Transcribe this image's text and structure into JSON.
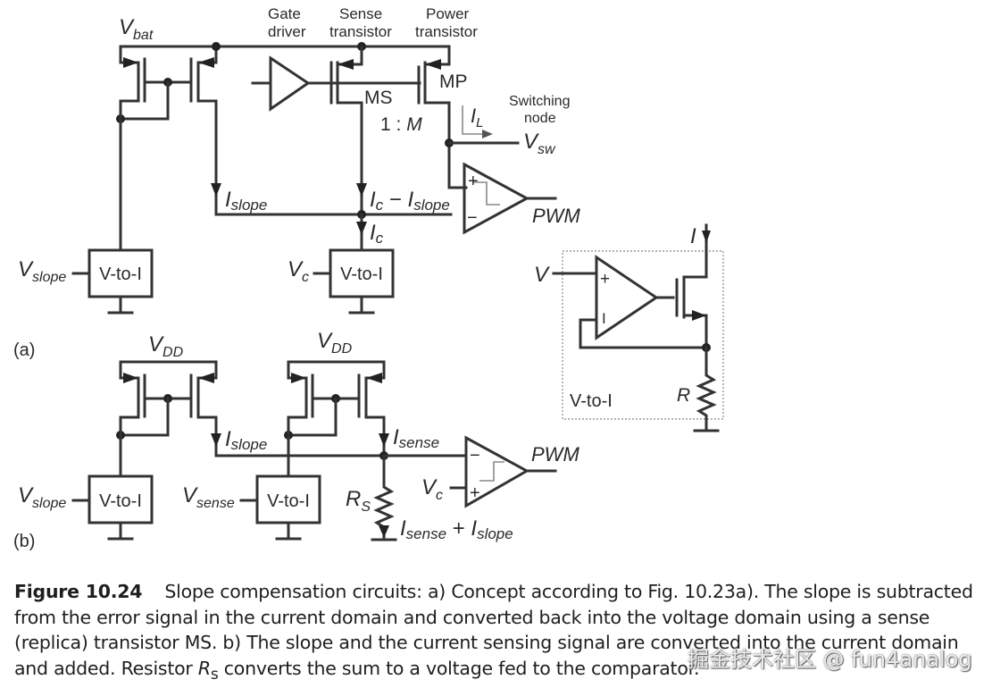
{
  "figure": {
    "number": "Figure 10.24",
    "caption_parts": [
      "Slope compensation circuits: a) Concept according to Fig. 10.23a). The slope is subtracted from the error signal in the current domain and converted back into the voltage domain using a sense (replica) transistor MS. b) The slope and the current sensing signal are converted into the current domain and added. Resistor ",
      "R",
      "s",
      " converts the sum to a voltage fed to the comparator."
    ],
    "watermark": "掘金技术社区 @ fun4analog"
  },
  "circuit_a": {
    "panel_label": "(a)",
    "supply": {
      "main": "V",
      "sub": "bat"
    },
    "gate_driver_label": [
      "Gate",
      "driver"
    ],
    "sense_transistor_label": [
      "Sense",
      "transistor"
    ],
    "power_transistor_label": [
      "Power",
      "transistor"
    ],
    "ms_label": "MS",
    "mp_label": "MP",
    "ratio": {
      "prefix": "1 : ",
      "m": "M"
    },
    "switching_node_label": [
      "Switching",
      "node"
    ],
    "il": {
      "main": "I",
      "sub": "L"
    },
    "vsw": {
      "main": "V",
      "sub": "sw"
    },
    "islope": {
      "main": "I",
      "sub": "slope"
    },
    "ic_minus_islope": {
      "a": "I",
      "asub": "c",
      "op": " − ",
      "b": "I",
      "bsub": "slope"
    },
    "ic": {
      "main": "I",
      "sub": "c"
    },
    "pwm": "PWM",
    "comparator_plus": "+",
    "comparator_minus": "−",
    "vslope": {
      "main": "V",
      "sub": "slope"
    },
    "vc": {
      "main": "V",
      "sub": "c"
    },
    "vtoi_label": "V-to-I"
  },
  "circuit_vtoi_detail": {
    "input": "V",
    "output_current": "I",
    "plus": "+",
    "minus": "I",
    "resistor": "R",
    "box_label": "V-to-I"
  },
  "circuit_b": {
    "panel_label": "(b)",
    "supply_left": {
      "main": "V",
      "sub": "DD"
    },
    "supply_right": {
      "main": "V",
      "sub": "DD"
    },
    "islope": {
      "main": "I",
      "sub": "slope"
    },
    "isense": {
      "main": "I",
      "sub": "sense"
    },
    "vslope": {
      "main": "V",
      "sub": "slope"
    },
    "vsense": {
      "main": "V",
      "sub": "sense"
    },
    "rs": {
      "main": "R",
      "sub": "S"
    },
    "vc": {
      "main": "V",
      "sub": "c"
    },
    "pwm": "PWM",
    "sum": {
      "a": "I",
      "asub": "sense",
      "op": " + ",
      "b": "I",
      "bsub": "slope"
    },
    "comparator_plus": "+",
    "comparator_minus": "−",
    "vtoi_label": "V-to-I"
  }
}
